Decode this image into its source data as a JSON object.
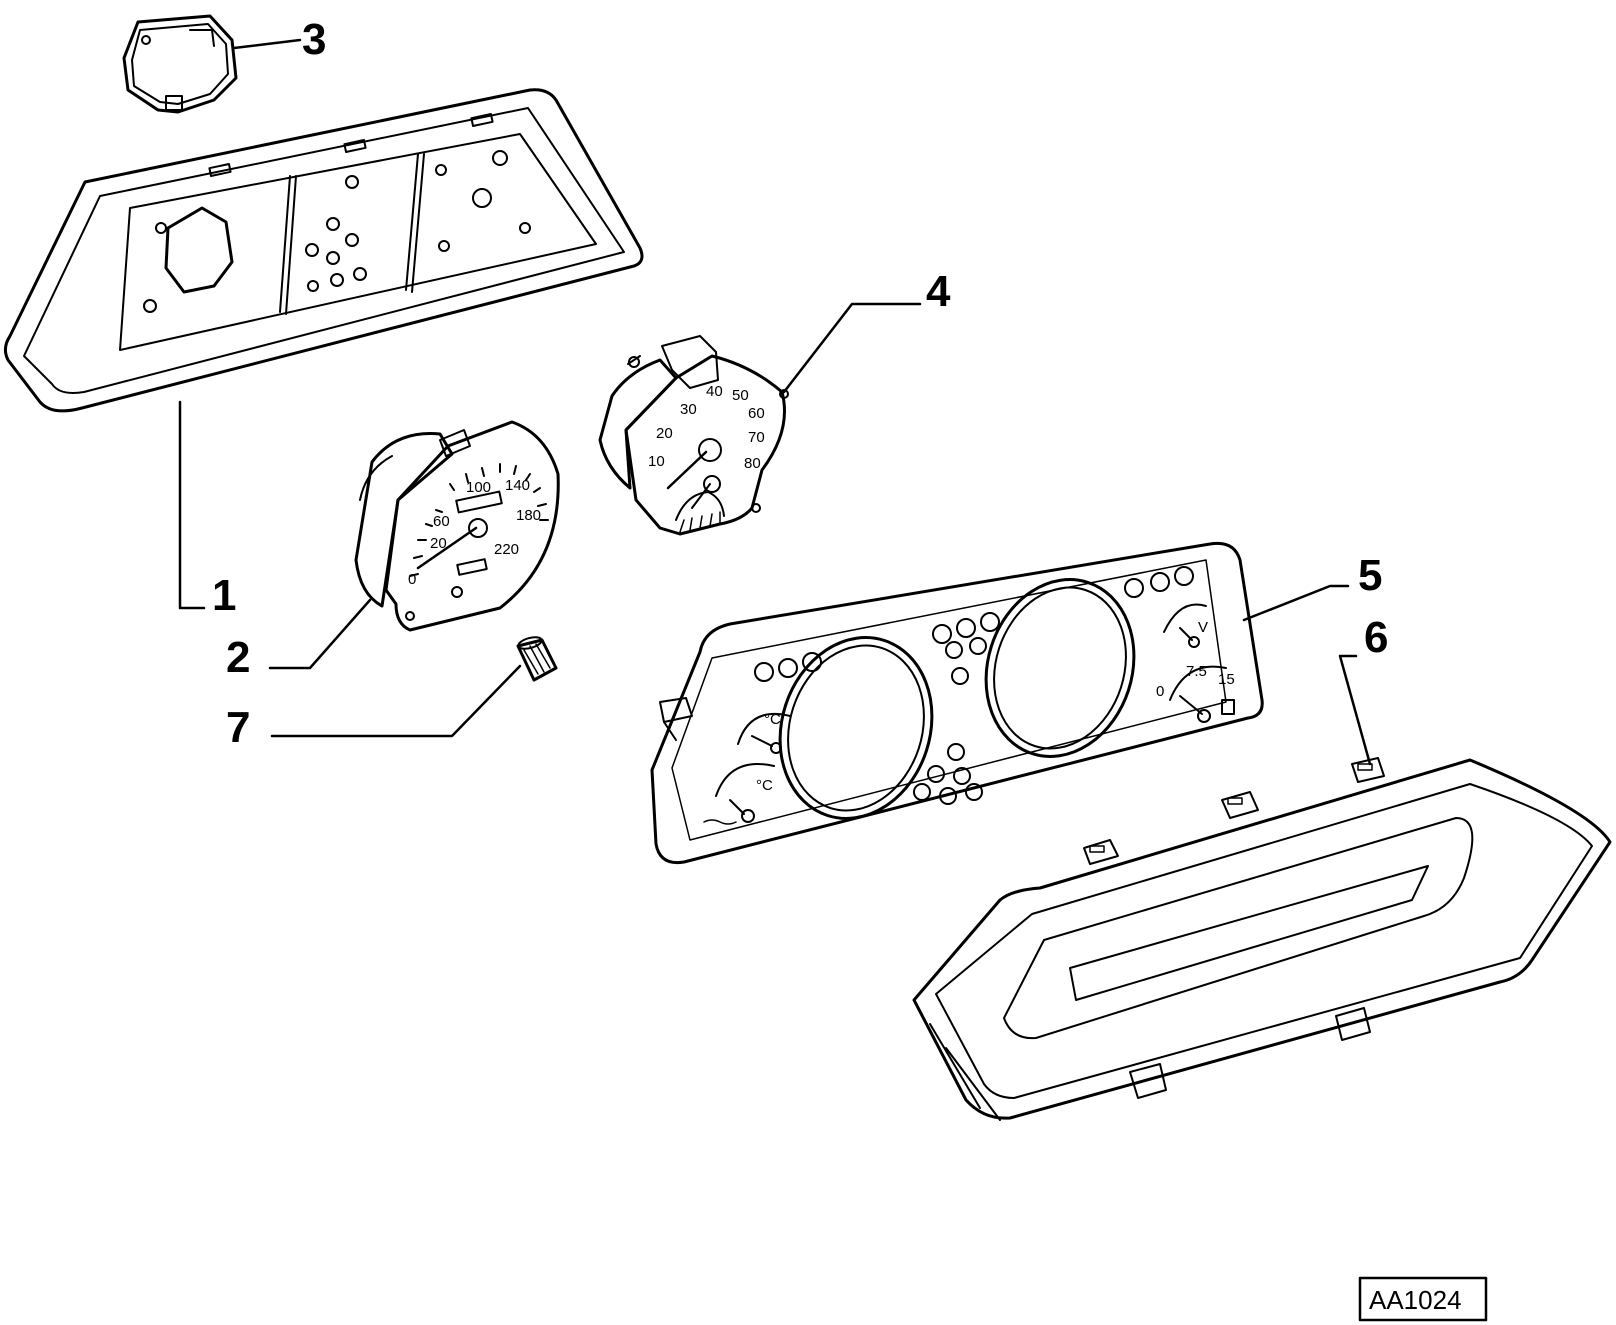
{
  "callouts": {
    "c1": "1",
    "c2": "2",
    "c3": "3",
    "c4": "4",
    "c5": "5",
    "c6": "6",
    "c7": "7"
  },
  "speedometer": {
    "labels": [
      "0",
      "20",
      "60",
      "100",
      "140",
      "180",
      "220"
    ]
  },
  "tachometer": {
    "labels": [
      "10",
      "20",
      "30",
      "40",
      "50",
      "60",
      "70",
      "80"
    ]
  },
  "panel": {
    "celsius_symbol": "°C",
    "volt_symbol": "V",
    "fuel_scale": [
      "0",
      "7.5",
      "15"
    ]
  },
  "reference": "AA1024",
  "colors": {
    "line": "#000000",
    "background": "#ffffff"
  }
}
